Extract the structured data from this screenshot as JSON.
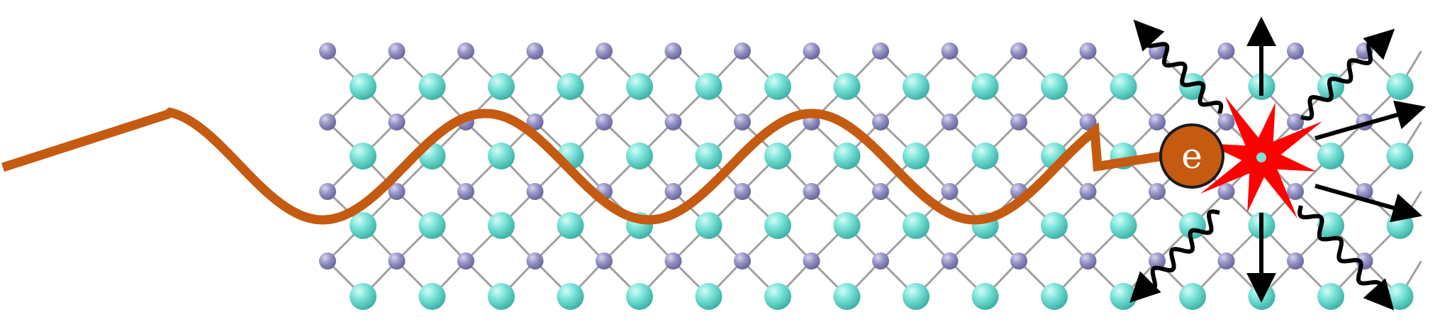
{
  "particle": {
    "label": "e",
    "icon": "electron-particle",
    "fill": "#c55a11",
    "stroke": "#1a1a1a"
  },
  "lattice": {
    "large_atom_color": "#73e0d6",
    "small_atom_color": "#8f8cbe",
    "bond_color": "#a0a0a0",
    "columns": 16,
    "rows": 4
  },
  "trajectory": {
    "color": "#c55a11",
    "icon": "wavy-electron-path"
  },
  "impact": {
    "icon": "red-starburst",
    "color": "#ff0000",
    "emission_arrow_color": "#000000",
    "arrows": 4,
    "wavy_arrows": 4
  }
}
